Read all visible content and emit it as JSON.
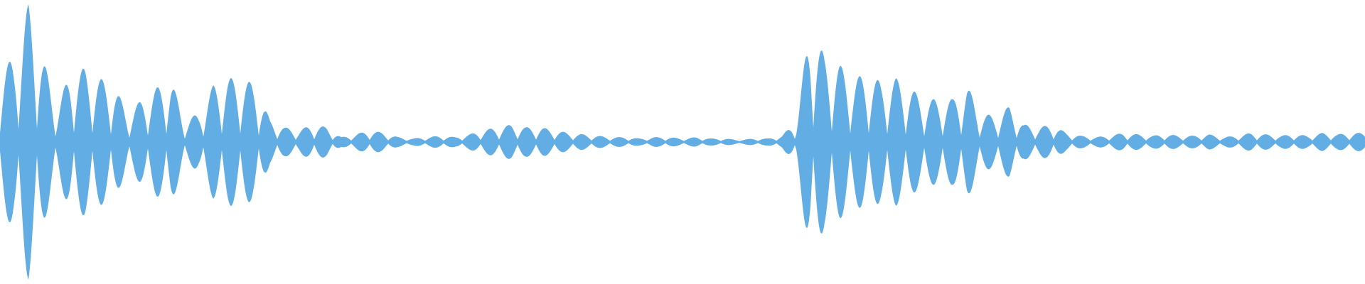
{
  "chart_data": {
    "type": "area",
    "title": "",
    "xlabel": "",
    "ylabel": "",
    "ylim": [
      -1,
      1
    ],
    "grid": false,
    "legend": "none",
    "color": "#62ADE3",
    "series": [
      {
        "amplitude_envelope": [
          0.5,
          0.6,
          0.98,
          0.6,
          0.25,
          0.5,
          0.52,
          0.45,
          0.4,
          0.2,
          0.3,
          0.38,
          0.45,
          0.15,
          0.2,
          0.4,
          0.45,
          0.45,
          0.4,
          0.15,
          0.1,
          0.08,
          0.12,
          0.1,
          0.03,
          0.05,
          0.08,
          0.06,
          0.03,
          0.02,
          0.03,
          0.04,
          0.03,
          0.05,
          0.08,
          0.1,
          0.12,
          0.1,
          0.1,
          0.08,
          0.06,
          0.05,
          0.04,
          0.03,
          0.03,
          0.02,
          0.03,
          0.03,
          0.02,
          0.03,
          0.02,
          0.02,
          0.01,
          0.02,
          0.02,
          0.04,
          0.15,
          0.85,
          0.6,
          0.55,
          0.45,
          0.48,
          0.42,
          0.45,
          0.38,
          0.3,
          0.3,
          0.3,
          0.4,
          0.2,
          0.18,
          0.25,
          0.12,
          0.1,
          0.12,
          0.06,
          0.04,
          0.03,
          0.04,
          0.06,
          0.05,
          0.04,
          0.05,
          0.04,
          0.04,
          0.05,
          0.03,
          0.04,
          0.06,
          0.05,
          0.04,
          0.05,
          0.04,
          0.06,
          0.05,
          0.06,
          0.06
        ]
      }
    ]
  }
}
